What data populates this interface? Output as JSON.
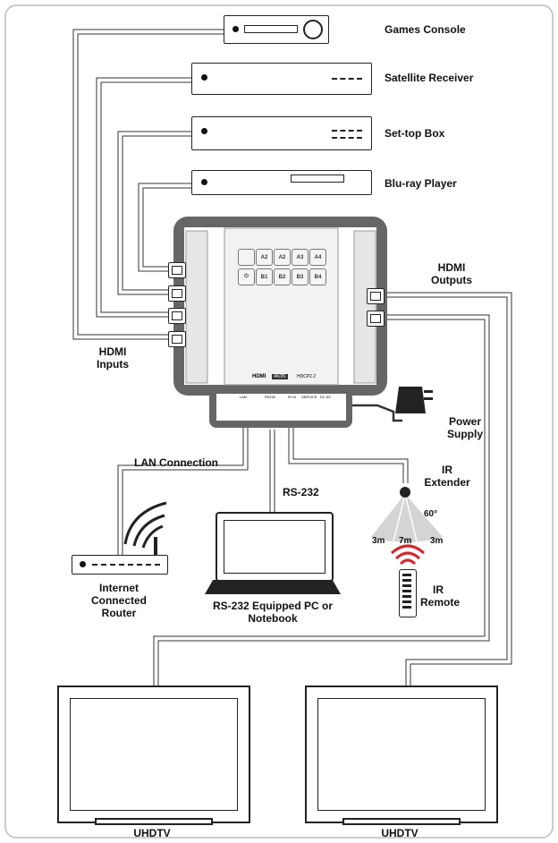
{
  "labels": {
    "games_console": "Games Console",
    "satellite_receiver": "Satellite Receiver",
    "settop_box": "Set-top Box",
    "bluray_player": "Blu-ray Player",
    "hdmi_inputs": "HDMI Inputs",
    "hdmi_outputs": "HDMI Outputs",
    "power_supply": "Power Supply",
    "ir_extender": "IR Extender",
    "lan_connection": "LAN Connection",
    "rs232": "RS-232",
    "router": "Internet Connected Router",
    "pc": "RS-232 Equipped PC or Notebook",
    "ir_remote": "IR Remote",
    "tv_left": "UHDTV",
    "tv_right": "UHDTV"
  },
  "ir_range": {
    "angle": "60°",
    "left": "3m",
    "center": "7m",
    "right": "3m"
  },
  "matrix": {
    "buttons_top": [
      "A2",
      "A2",
      "A3",
      "A4"
    ],
    "buttons_bottom": [
      "B1",
      "B2",
      "B3",
      "B4"
    ],
    "brand": "HDMI",
    "badge": "4K/2K",
    "model": "HDCP2.2",
    "ports": {
      "lan": "LAN",
      "rs232": "RS232",
      "irin": "IR IN",
      "service": "SERVICE",
      "dc": "DC 5V"
    }
  }
}
